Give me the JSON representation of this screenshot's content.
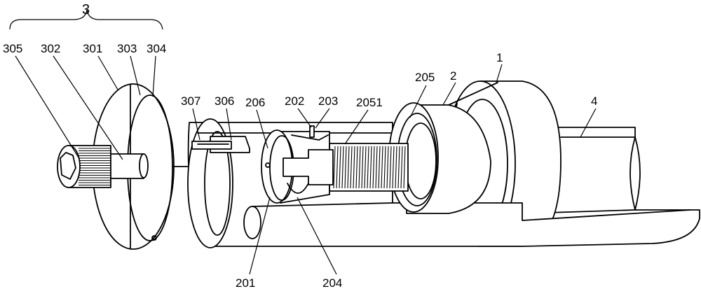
{
  "labels": {
    "l3": "3",
    "l305": "305",
    "l302": "302",
    "l301": "301",
    "l303": "303",
    "l304": "304",
    "l307": "307",
    "l306": "306",
    "l206": "206",
    "l202": "202",
    "l203": "203",
    "l2051": "2051",
    "l205": "205",
    "l2": "2",
    "l1": "1",
    "l4": "4",
    "l201": "201",
    "l204": "204"
  }
}
